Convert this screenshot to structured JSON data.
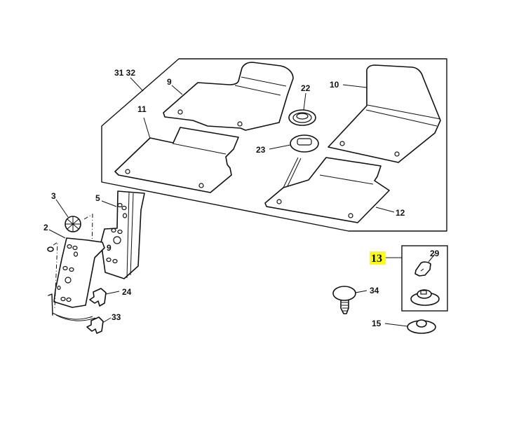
{
  "diagram": {
    "title": "Floor mats and fittings exploded parts diagram",
    "highlight_color": "#ffff00",
    "callouts": {
      "c31_32": "31 32",
      "c9_mat": "9",
      "c11": "11",
      "c22": "22",
      "c23": "23",
      "c10": "10",
      "c12": "12",
      "c3": "3",
      "c5": "5",
      "c2": "2",
      "c9_bracket": "9",
      "c24": "24",
      "c33": "33",
      "c13": "13",
      "c29": "29",
      "c34": "34",
      "c15": "15"
    },
    "highlighted_callout": "13"
  }
}
